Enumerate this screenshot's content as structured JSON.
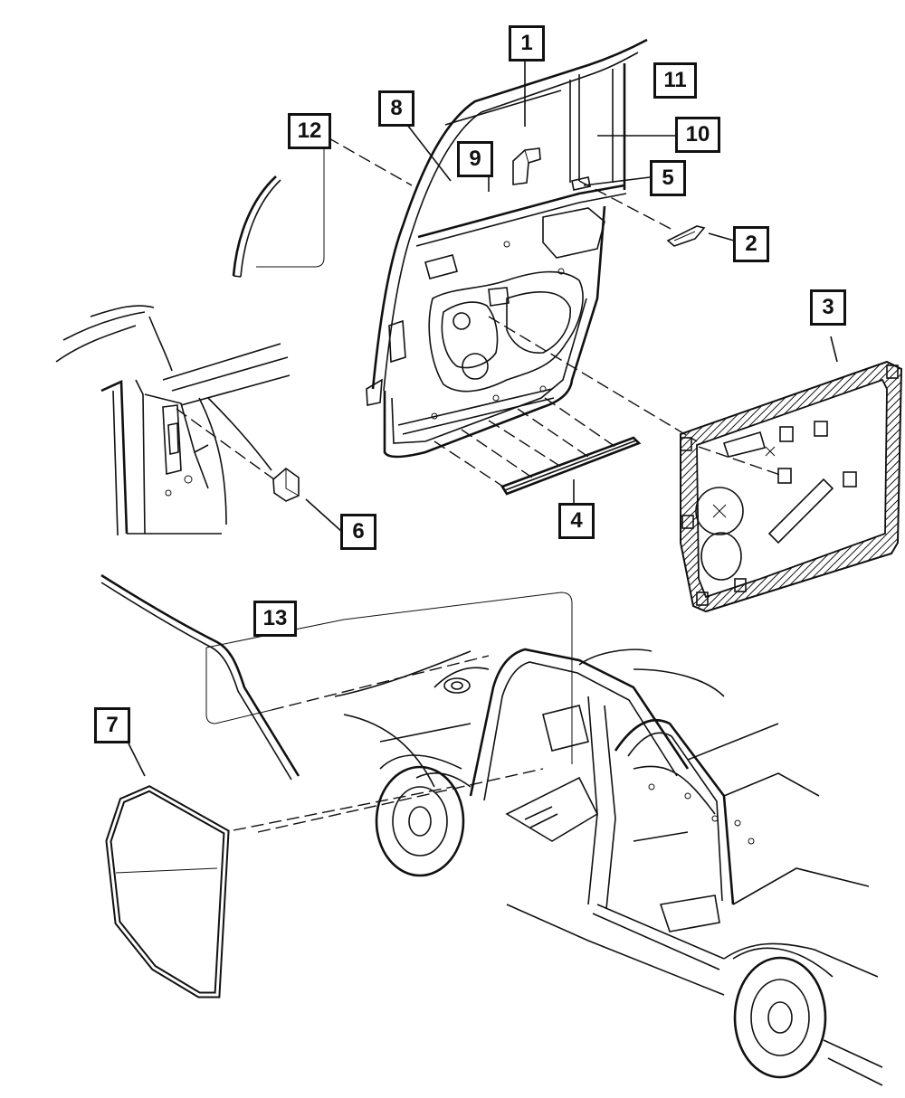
{
  "diagram": {
    "callouts": [
      {
        "label": "1"
      },
      {
        "label": "2"
      },
      {
        "label": "3"
      },
      {
        "label": "4"
      },
      {
        "label": "5"
      },
      {
        "label": "6"
      },
      {
        "label": "7"
      },
      {
        "label": "8"
      },
      {
        "label": "9"
      },
      {
        "label": "10"
      },
      {
        "label": "11"
      },
      {
        "label": "12"
      },
      {
        "label": "13"
      }
    ]
  }
}
